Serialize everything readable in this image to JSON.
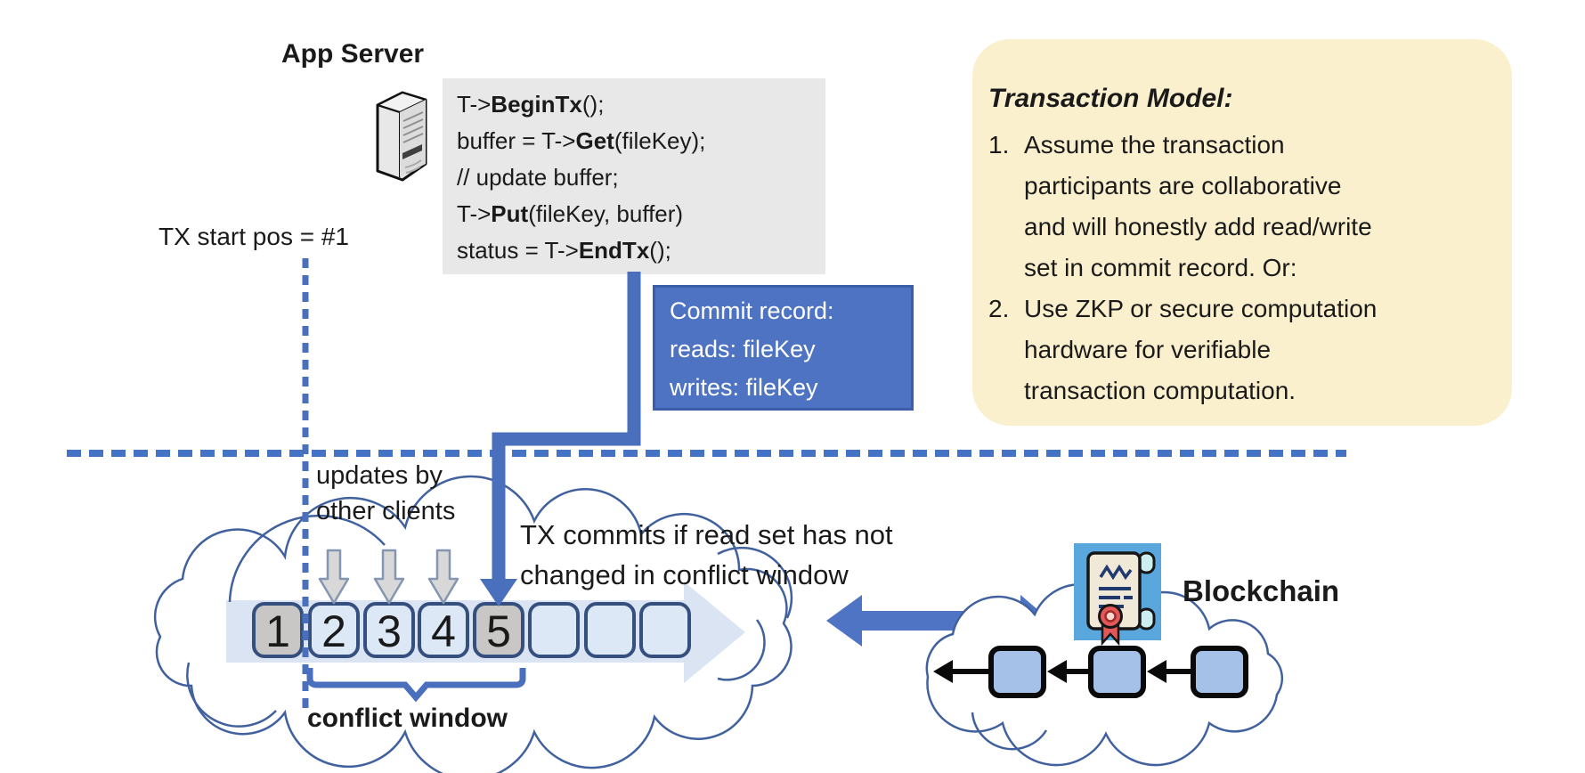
{
  "colors": {
    "accent_blue": "#4472c4",
    "arrow_blue": "#4a6fbd",
    "commit_fill": "#4e73c2",
    "commit_border": "#3a5fa8",
    "code_bg": "#e9e8e8",
    "note_bg": "#fbf0ce",
    "slot_light": "#dce8f6",
    "slot_gray": "#c9c7c5",
    "slot_border": "#35507e",
    "band_blue": "#dae4f2",
    "cloud_stroke": "#41619e",
    "gray_arrow_fill": "#d8d8d8",
    "gray_arrow_stroke": "#8496b0",
    "block_fill": "#a6c1e8",
    "icon_bg": "#5aa7dd",
    "scroll_fill": "#f1e9d7",
    "seal_red": "#e25757",
    "ink_navy": "#1e3a6e"
  },
  "icons": {
    "server": "server-tower-icon",
    "blockchain_certificate": "certificate-scroll-icon"
  },
  "app_server": {
    "title": "App Server"
  },
  "code_block": {
    "lines": [
      {
        "pre": "T->",
        "bold": "BeginTx",
        "post": "();"
      },
      {
        "pre": "buffer = T->",
        "bold": "Get",
        "post": "(fileKey);"
      },
      {
        "pre": "// update buffer;",
        "bold": "",
        "post": ""
      },
      {
        "pre": "T->",
        "bold": "Put",
        "post": "(fileKey, buffer)"
      },
      {
        "pre": "status = T->",
        "bold": "EndTx",
        "post": "();"
      }
    ]
  },
  "tx_start": {
    "label": "TX start pos = #1"
  },
  "commit_record": {
    "line1": "Commit record:",
    "line2": "reads: fileKey",
    "line3": "writes: fileKey"
  },
  "transaction_model": {
    "title": "Transaction Model:",
    "items": [
      {
        "num": "1.",
        "text": "Assume the transaction\nparticipants are collaborative\nand will honestly add read/write\nset in commit record.  Or:"
      },
      {
        "num": "2.",
        "text": "Use ZKP or secure computation\nhardware for verifiable\ntransaction computation."
      }
    ]
  },
  "timeline": {
    "updates_label": "updates by\nother clients",
    "commit_note": "TX commits if read set has not\nchanged in conflict window",
    "conflict_window_label": "conflict window",
    "boxes": [
      {
        "label": "1"
      },
      {
        "label": "2"
      },
      {
        "label": "3"
      },
      {
        "label": "4"
      },
      {
        "label": "5"
      },
      {
        "label": ""
      },
      {
        "label": ""
      },
      {
        "label": ""
      }
    ]
  },
  "blockchain": {
    "label": "Blockchain"
  }
}
